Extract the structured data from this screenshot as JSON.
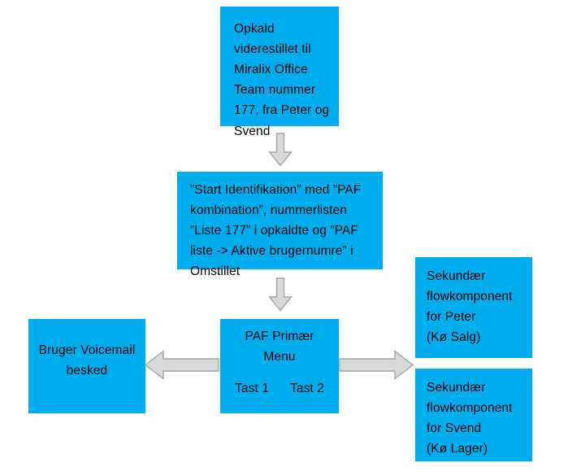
{
  "diagram": {
    "title": "Opkaldsflow - PAF Primær Menu",
    "colors": {
      "node_fill": "#00ADEF",
      "arrow_fill": "#D9D9D9",
      "arrow_stroke": "#A6A6A6",
      "background": "#FFFFFF",
      "text": "#000000"
    },
    "nodes": {
      "call_forwarded": {
        "text": "Opkald\nviderestillet til\nMiralix Office\nTeam nummer\n177, fra Peter og\nSvend"
      },
      "identification": {
        "text": "”Start Identifikation” med ”PAF\nkombination”, nummerlisten\n”Liste 177” i opkaldte og ”PAF\nliste -> Aktive brugernumre” i\nOmstillet"
      },
      "primary_menu": {
        "title": "PAF Primær\nMenu",
        "key_1": "Tast 1",
        "key_2": "Tast 2"
      },
      "voicemail": {
        "text": "Bruger Voicemail\nbesked"
      },
      "secondary_peter": {
        "text": "Sekundær\nflowkomponent\nfor Peter\n(Kø Salg)"
      },
      "secondary_svend": {
        "text": "Sekundær\nflowkomponent\nfor Svend\n(Kø Lager)"
      }
    },
    "arrows": {
      "down_1": "arrow-down-icon",
      "down_2": "arrow-down-icon",
      "left_1": "arrow-left-icon",
      "right_1": "arrow-right-icon"
    }
  }
}
